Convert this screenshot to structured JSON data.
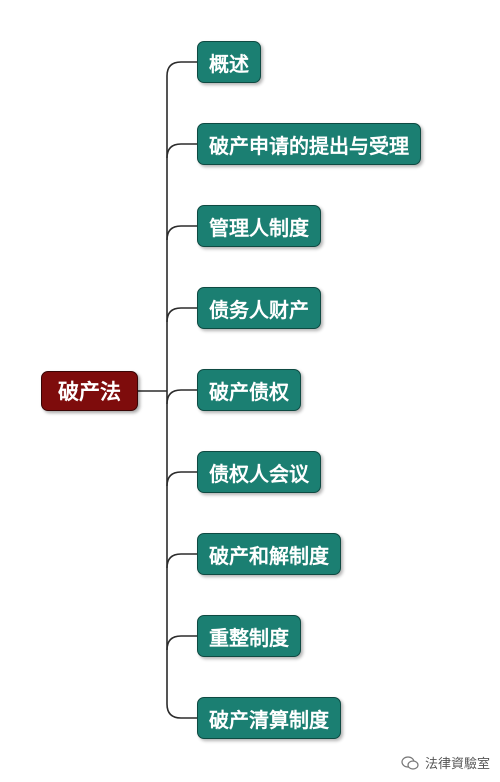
{
  "diagram": {
    "root": {
      "label": "破产法"
    },
    "children": [
      {
        "label": "概述"
      },
      {
        "label": "破产申请的提出与受理"
      },
      {
        "label": "管理人制度"
      },
      {
        "label": "债务人财产"
      },
      {
        "label": "破产债权"
      },
      {
        "label": "债权人会议"
      },
      {
        "label": "破产和解制度"
      },
      {
        "label": "重整制度"
      },
      {
        "label": "破产清算制度"
      }
    ]
  },
  "watermark": {
    "text": "法律資驗室",
    "icon": "wechat-icon"
  },
  "colors": {
    "root_bg": "#7e0c0c",
    "child_bg": "#1b7f72",
    "connector": "#2b2b2b"
  }
}
